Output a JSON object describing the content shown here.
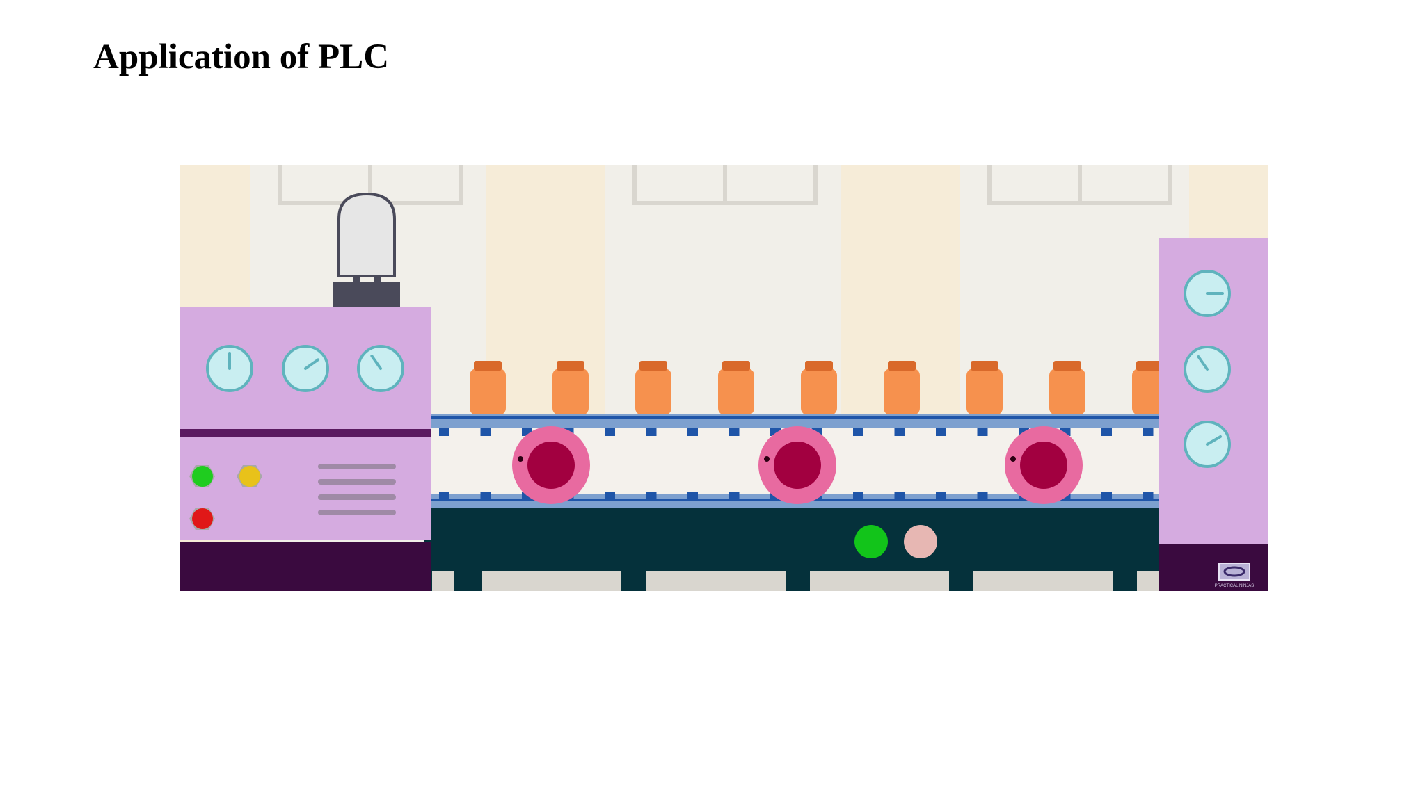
{
  "slide": {
    "title": "Application of PLC"
  },
  "scene": {
    "colors": {
      "wall": "#f1efe9",
      "wall_stripe": "#f6ecd8",
      "window_frame": "#d9d6cf",
      "machine_purple": "#d5abe0",
      "machine_dark": "#3a0a3f",
      "machine_trim": "#5a1a60",
      "gauge_face": "#c9eef1",
      "gauge_rim": "#5fb3bd",
      "bottle": "#f6914e",
      "bottle_cap": "#d9692a",
      "belt_blue": "#7da0cf",
      "belt_tooth": "#1f55a8",
      "roller_outer": "#e86aa0",
      "roller_inner": "#a20040",
      "base_dark": "#05313b",
      "lamp_glass": "#e6e6e6",
      "lamp_base": "#4a4a5a",
      "indicator_green": "#12c41a",
      "indicator_pink": "#e7b7b3",
      "button_green": "#1fcc1f",
      "button_yellow": "#e8c21a",
      "button_red": "#e01818"
    },
    "left_gauges": [
      {
        "needle_deg": 0
      },
      {
        "needle_deg": 55
      },
      {
        "needle_deg": -35
      }
    ],
    "right_gauges": [
      {
        "needle_deg": 90
      },
      {
        "needle_deg": -35
      },
      {
        "needle_deg": 60
      }
    ],
    "bottle_count": 10,
    "roller_count": 3,
    "logo_text": "PRACTICAL NINJAS"
  }
}
